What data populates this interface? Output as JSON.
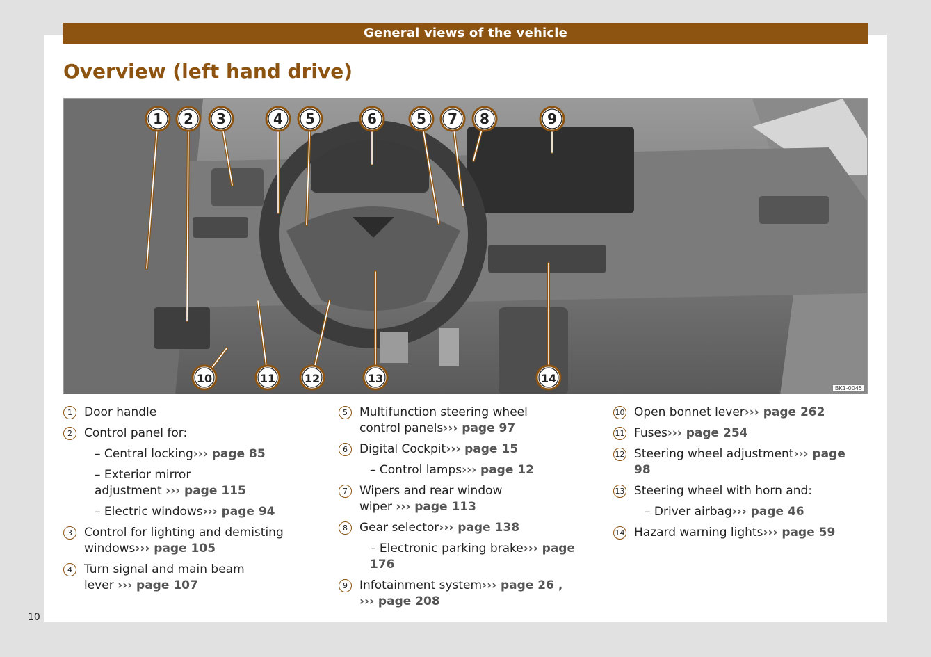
{
  "header": {
    "section": "General views of the vehicle",
    "title": "Overview (left hand drive)"
  },
  "figure": {
    "code": "BK1-0045",
    "callouts": [
      "1",
      "2",
      "3",
      "4",
      "5",
      "6",
      "5",
      "7",
      "8",
      "9",
      "10",
      "11",
      "12",
      "13",
      "14"
    ]
  },
  "legend": [
    {
      "num": "1",
      "text": "Door handle"
    },
    {
      "num": "2",
      "text": "Control panel for:",
      "subs": [
        {
          "text": "– Central locking",
          "link": "››› page 85"
        },
        {
          "text": "– Exterior mirror adjustment",
          "link": "››› page 115"
        },
        {
          "text": "– Electric windows",
          "link": "››› page 94"
        }
      ]
    },
    {
      "num": "3",
      "text": "Control for lighting and demisting windows",
      "link": "››› page 105"
    },
    {
      "num": "4",
      "text": "Turn signal and main beam lever",
      "link": "››› page 107"
    },
    {
      "num": "5",
      "text": "Multifunction steering wheel control panels",
      "link": "››› page 97"
    },
    {
      "num": "6",
      "text": "Digital Cockpit",
      "link": "››› page 15",
      "subs": [
        {
          "text": "– Control lamps",
          "link": "››› page 12"
        }
      ]
    },
    {
      "num": "7",
      "text": "Wipers and rear window wiper",
      "link": "››› page 113"
    },
    {
      "num": "8",
      "text": "Gear selector",
      "link": "››› page 138",
      "subs": [
        {
          "text": "– Electronic parking brake",
          "link": "››› page 176"
        }
      ]
    },
    {
      "num": "9",
      "text": "Infotainment system",
      "link": "››› page 26 ,",
      "link2": "››› page 208"
    },
    {
      "num": "10",
      "text": "Open bonnet lever",
      "link": "››› page 262"
    },
    {
      "num": "11",
      "text": "Fuses",
      "link": "››› page 254"
    },
    {
      "num": "12",
      "text": "Steering wheel adjustment",
      "link": "››› page 98"
    },
    {
      "num": "13",
      "text": "Steering wheel with horn and:",
      "subs": [
        {
          "text": "– Driver airbag",
          "link": "››› page 46"
        }
      ]
    },
    {
      "num": "14",
      "text": "Hazard warning lights",
      "link": "››› page 59"
    }
  ],
  "page_number": "10",
  "colors": {
    "brand": "#8c5410"
  }
}
